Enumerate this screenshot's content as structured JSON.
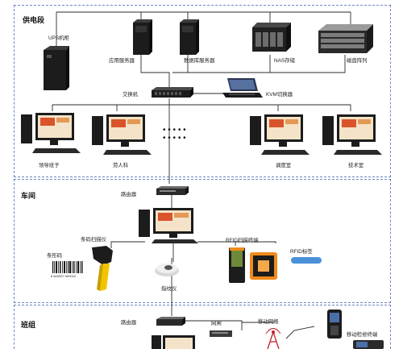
{
  "sections": {
    "power": "供电段",
    "workshop": "车间",
    "team": "班组"
  },
  "labels": {
    "ups": "UPS机柜",
    "app_server": "应用服务器",
    "db_server": "数据库服务器",
    "nas": "NAS存储",
    "disk_array": "磁盘阵列",
    "switch": "交换机",
    "kvm": "KVM切换器",
    "pc_leader": "领导班子",
    "pc_labor": "劳人科",
    "pc_dispatch": "调度室",
    "pc_tech": "技术室",
    "router_workshop": "路由器",
    "barcode_scanner": "条码扫描仪",
    "barcode": "条形码",
    "barcode_digits": "6 843337 900010",
    "rfid_terminal": "RFID扫描终端",
    "rfid_tag": "RFID标签",
    "fingerprint": "指纹仪",
    "router_team": "路由器",
    "gateway": "网闸",
    "mobile_network": "移动网络",
    "mobile_terminal": "移动检修终端"
  },
  "colors": {
    "section_border": "#6a86c2",
    "line": "#2b2b2b",
    "device_dark": "#1c1c1c",
    "screen_red": "#d9542b",
    "scanner_yellow": "#f2c400",
    "rfid_orange": "#f08a1a",
    "tag_blue": "#4a90d9"
  }
}
